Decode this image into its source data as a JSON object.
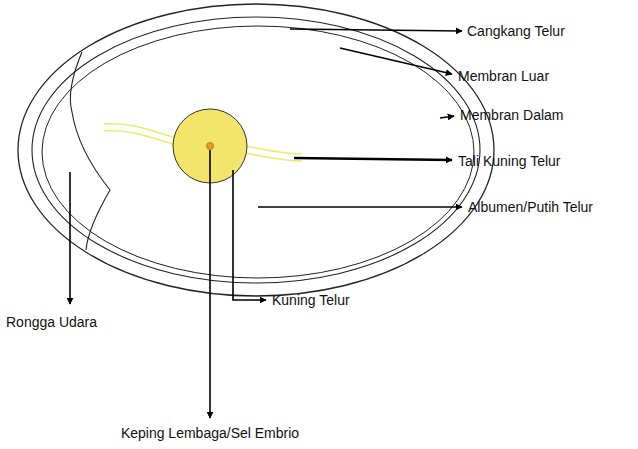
{
  "diagram": {
    "labels": [
      "Cangkang Telur",
      "Membran Luar",
      "Membran Dalam",
      "Tali Kuning Telur",
      "Albumen/Putih Telur",
      "Rongga Udara",
      "Kuning Telur",
      "Keping Lembaga/Sel Embrio"
    ]
  }
}
